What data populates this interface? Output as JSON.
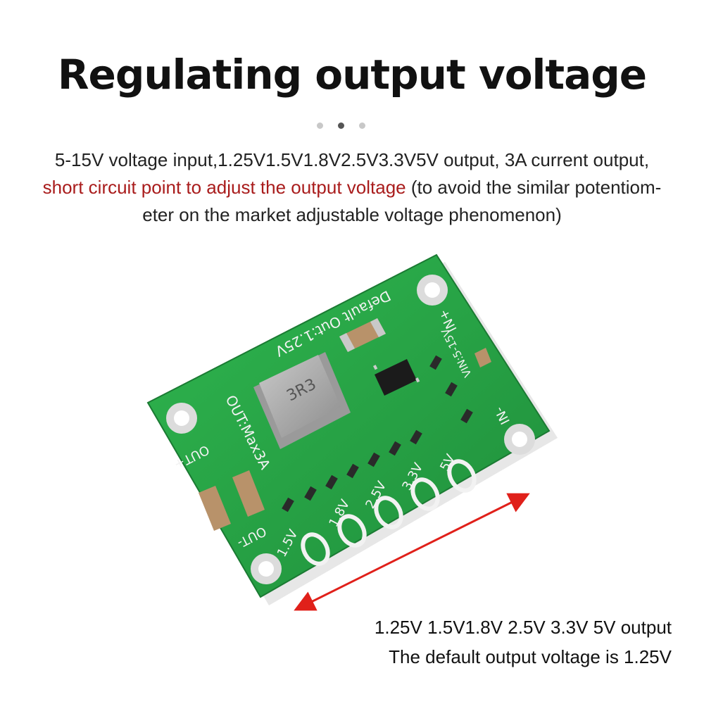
{
  "title": "Regulating output voltage",
  "pager": {
    "count": 3,
    "active": 1
  },
  "description": {
    "line1": "5-15V voltage input,1.25V1.5V1.8V2.5V3.3V5V output, 3A current output,",
    "line2_red": "short circuit point to adjust the output voltage",
    "line2_rest": " (to avoid the similar potentiom-",
    "line3": "eter on the market adjustable voltage phenomenon)"
  },
  "board": {
    "silkscreen": {
      "default": "Default Out:1.25V",
      "maxout": "OUT:Max3A",
      "out_plus": "OUT+",
      "out_minus": "OUT-",
      "in_plus": "IN+",
      "in_minus": "IN-",
      "vin": "VIN:5-15V",
      "v15": "1.5V",
      "v18": "1.8V",
      "v25": "2.5V",
      "v33": "3.3V",
      "v5": "5V"
    },
    "colors": {
      "pcb": "#27a646",
      "pcb_dark": "#1e8a39",
      "silk": "#f2f2f2",
      "arrow": "#e0201a"
    }
  },
  "captions": {
    "outputs": "1.25V 1.5V1.8V 2.5V 3.3V 5V output",
    "default": "The default output voltage is 1.25V"
  }
}
